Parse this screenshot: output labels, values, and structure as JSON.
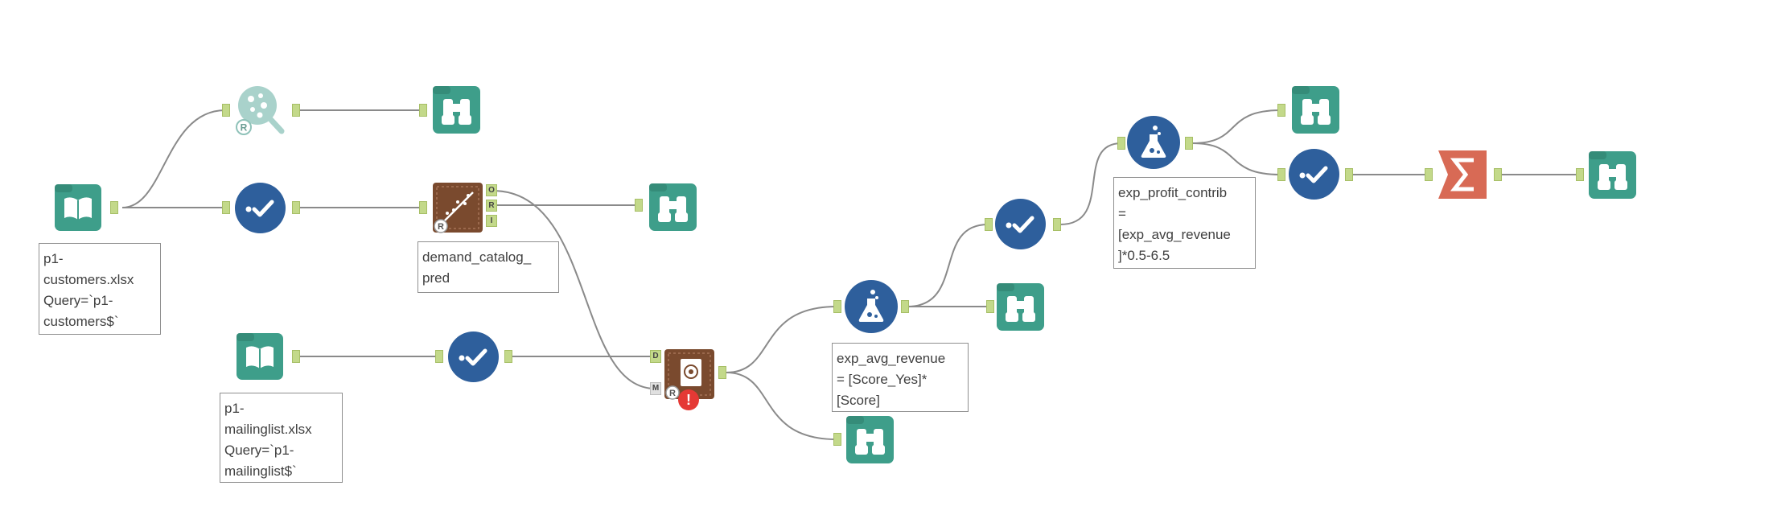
{
  "canvas": {
    "background": "#ffffff",
    "wire_color": "#8a8a8a",
    "anchor_color": "#c3d98a"
  },
  "colors": {
    "input_teal": "#3e9e8a",
    "select_blue": "#2e5f9c",
    "browse_teal": "#3e9e8a",
    "predictive_brown": "#7a4a2e",
    "summarize_red": "#d86a55",
    "error_red": "#e53935"
  },
  "tools": [
    {
      "id": "input-customers",
      "icon": "book-icon",
      "annotation": "p1-\ncustomers.xlsx\nQuery=`p1-\ncustomers$`"
    },
    {
      "id": "explore-r",
      "icon": "data-investigation-icon"
    },
    {
      "id": "browse-1",
      "icon": "binoculars-icon"
    },
    {
      "id": "select-1",
      "icon": "checkmark-icon"
    },
    {
      "id": "model-demand",
      "icon": "linear-regression-icon",
      "annotation": "demand_catalog_\npred",
      "ports": [
        "O",
        "R",
        "I"
      ]
    },
    {
      "id": "browse-2",
      "icon": "binoculars-icon"
    },
    {
      "id": "input-mailing",
      "icon": "book-icon",
      "annotation": "p1-\nmailinglist.xlsx\nQuery=`p1-\nmailinglist$`"
    },
    {
      "id": "select-2",
      "icon": "checkmark-icon"
    },
    {
      "id": "score",
      "icon": "score-icon",
      "ports": [
        "D",
        "M"
      ]
    },
    {
      "id": "formula-revenue",
      "icon": "flask-icon",
      "annotation": "exp_avg_revenue\n= [Score_Yes]*\n[Score]"
    },
    {
      "id": "browse-3",
      "icon": "binoculars-icon"
    },
    {
      "id": "browse-4",
      "icon": "binoculars-icon"
    },
    {
      "id": "select-3",
      "icon": "checkmark-icon"
    },
    {
      "id": "formula-profit",
      "icon": "flask-icon",
      "annotation": "exp_profit_contrib\n=\n[exp_avg_revenue\n]*0.5-6.5"
    },
    {
      "id": "browse-5",
      "icon": "binoculars-icon"
    },
    {
      "id": "select-4",
      "icon": "checkmark-icon"
    },
    {
      "id": "summarize",
      "icon": "sigma-icon"
    },
    {
      "id": "browse-6",
      "icon": "binoculars-icon"
    }
  ],
  "annotations": {
    "input_customers": "p1-\ncustomers.xlsx\nQuery=`p1-\ncustomers$`",
    "model_demand": "demand_catalog_\npred",
    "input_mailing": "p1-\nmailinglist.xlsx\nQuery=`p1-\nmailinglist$`",
    "formula_revenue": "exp_avg_revenue\n= [Score_Yes]*\n[Score]",
    "formula_profit": "exp_profit_contrib\n=\n[exp_avg_revenue\n]*0.5-6.5"
  },
  "ports": {
    "model_o": "O",
    "model_r": "R",
    "model_i": "I",
    "score_d": "D",
    "score_m": "M",
    "r_badge": "R",
    "error_mark": "!"
  }
}
